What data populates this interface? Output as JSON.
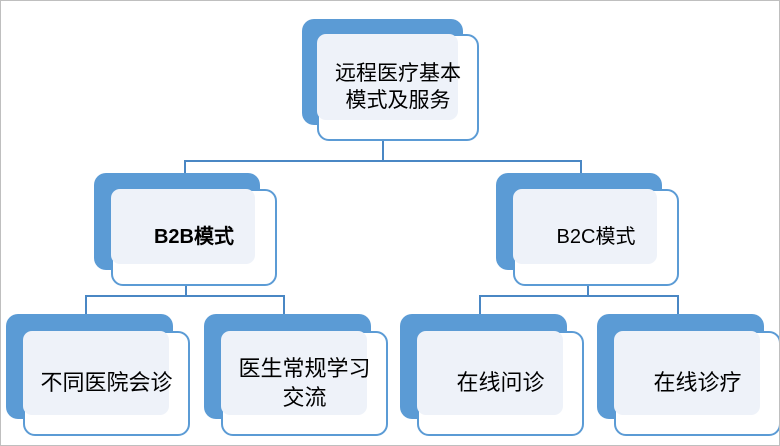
{
  "diagram": {
    "type": "org-chart",
    "title": "远程医疗基本模式及服务",
    "colors": {
      "accent_blue": "#5B9BD5",
      "line_blue": "#4A87C4",
      "inner_fill": "#EEF2F9",
      "card_white": "#FFFFFF",
      "page_border": "#BFBFBF",
      "text": "#000000"
    },
    "nodes": {
      "root": {
        "label": "远程医疗基本\n模式及服务",
        "level": 0
      },
      "branch_left": {
        "label": "B2B模式",
        "level": 1
      },
      "branch_right": {
        "label": "B2C模式",
        "level": 1
      },
      "leaves": [
        {
          "label": "不同医院会诊",
          "parent": "B2B模式"
        },
        {
          "label": "医生常规学习\n交流",
          "parent": "B2B模式"
        },
        {
          "label": "在线问诊",
          "parent": "B2C模式"
        },
        {
          "label": "在线诊疗",
          "parent": "B2C模式"
        }
      ]
    },
    "connectors": [
      {
        "from": "root",
        "to": "B2B模式"
      },
      {
        "from": "root",
        "to": "B2C模式"
      },
      {
        "from": "B2B模式",
        "to": "不同医院会诊"
      },
      {
        "from": "B2B模式",
        "to": "医生常规学习交流"
      },
      {
        "from": "B2C模式",
        "to": "在线问诊"
      },
      {
        "from": "B2C模式",
        "to": "在线诊疗"
      }
    ]
  }
}
